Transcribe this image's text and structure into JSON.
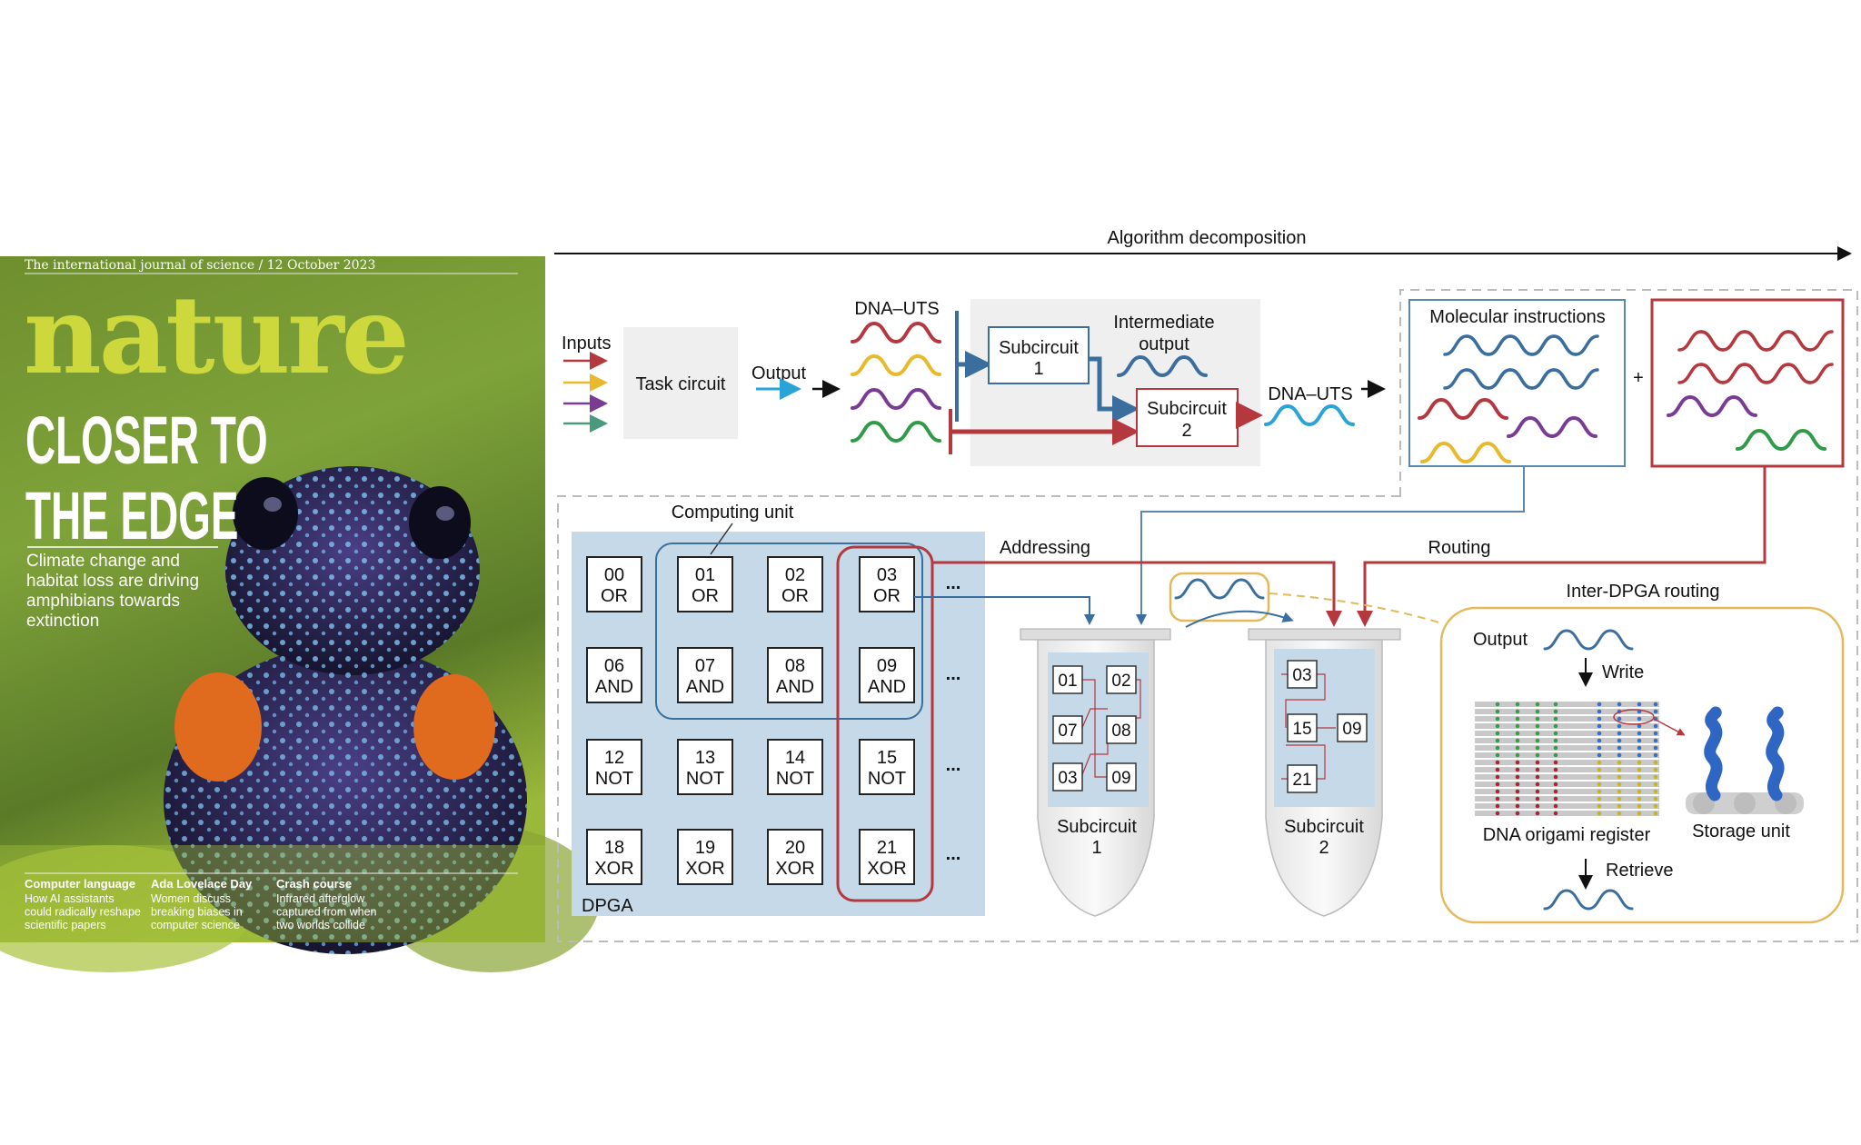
{
  "colors": {
    "red": "#b5383f",
    "blue": "#3a6e9e",
    "yellow": "#e8b92a",
    "purple": "#7a3b94",
    "green": "#2f9a48",
    "cyan": "#2aa3d8",
    "dpga_bg": "#c5d9e8",
    "nature_logo": "#cdd83c",
    "gray_box": "#efefef",
    "routing_frame": "#e4b95a"
  },
  "cover": {
    "masthead": "The international journal of science / 12 October 2023",
    "logo": "nature",
    "headline": [
      "CLOSER TO",
      "THE EDGE"
    ],
    "subtitle": [
      "Climate change and",
      "habitat loss are driving",
      "amphibians towards",
      "extinction"
    ],
    "stories": [
      {
        "title": "Computer language",
        "lines": [
          "How AI assistants",
          "could radically reshape",
          "scientific papers"
        ]
      },
      {
        "title": "Ada Lovelace Day",
        "lines": [
          "Women discuss",
          "breaking biases in",
          "computer science"
        ]
      },
      {
        "title": "Crash course",
        "lines": [
          "Infrared afterglow",
          "captured from when",
          "two worlds collide"
        ]
      }
    ]
  },
  "diagram": {
    "algorithm_label": "Algorithm decomposition",
    "inputs_label": "Inputs",
    "task_circuit_label": "Task circuit",
    "output_label": "Output",
    "dna_uts_label": "DNA–UTS",
    "subcircuit1": [
      "Subcircuit",
      "1"
    ],
    "subcircuit2": [
      "Subcircuit",
      "2"
    ],
    "intermediate_output": [
      "Intermediate",
      "output"
    ],
    "dna_uts_out_label": "DNA–UTS",
    "molecular_instructions": "Molecular instructions",
    "plus": "+",
    "computing_unit": "Computing unit",
    "addressing": "Addressing",
    "routing": "Routing",
    "dpga_label": "DPGA",
    "ellipsis": "...",
    "tube1_label": [
      "Subcircuit",
      "1"
    ],
    "tube2_label": [
      "Subcircuit",
      "2"
    ],
    "inter_dpga": {
      "title": "Inter-DPGA routing",
      "output": "Output",
      "write": "Write",
      "register": "DNA origami register",
      "storage": "Storage unit",
      "retrieve": "Retrieve"
    }
  },
  "dpga": {
    "gates": [
      {
        "id": "00",
        "type": "OR"
      },
      {
        "id": "01",
        "type": "OR"
      },
      {
        "id": "02",
        "type": "OR"
      },
      {
        "id": "03",
        "type": "OR"
      },
      {
        "id": "06",
        "type": "AND"
      },
      {
        "id": "07",
        "type": "AND"
      },
      {
        "id": "08",
        "type": "AND"
      },
      {
        "id": "09",
        "type": "AND"
      },
      {
        "id": "12",
        "type": "NOT"
      },
      {
        "id": "13",
        "type": "NOT"
      },
      {
        "id": "14",
        "type": "NOT"
      },
      {
        "id": "15",
        "type": "NOT"
      },
      {
        "id": "18",
        "type": "XOR"
      },
      {
        "id": "19",
        "type": "XOR"
      },
      {
        "id": "20",
        "type": "XOR"
      },
      {
        "id": "21",
        "type": "XOR"
      }
    ]
  },
  "tubes": {
    "tube1_chips": [
      "01",
      "02",
      "07",
      "08",
      "03",
      "09"
    ],
    "tube2_chips": [
      "03",
      "15",
      "09",
      "21"
    ]
  }
}
